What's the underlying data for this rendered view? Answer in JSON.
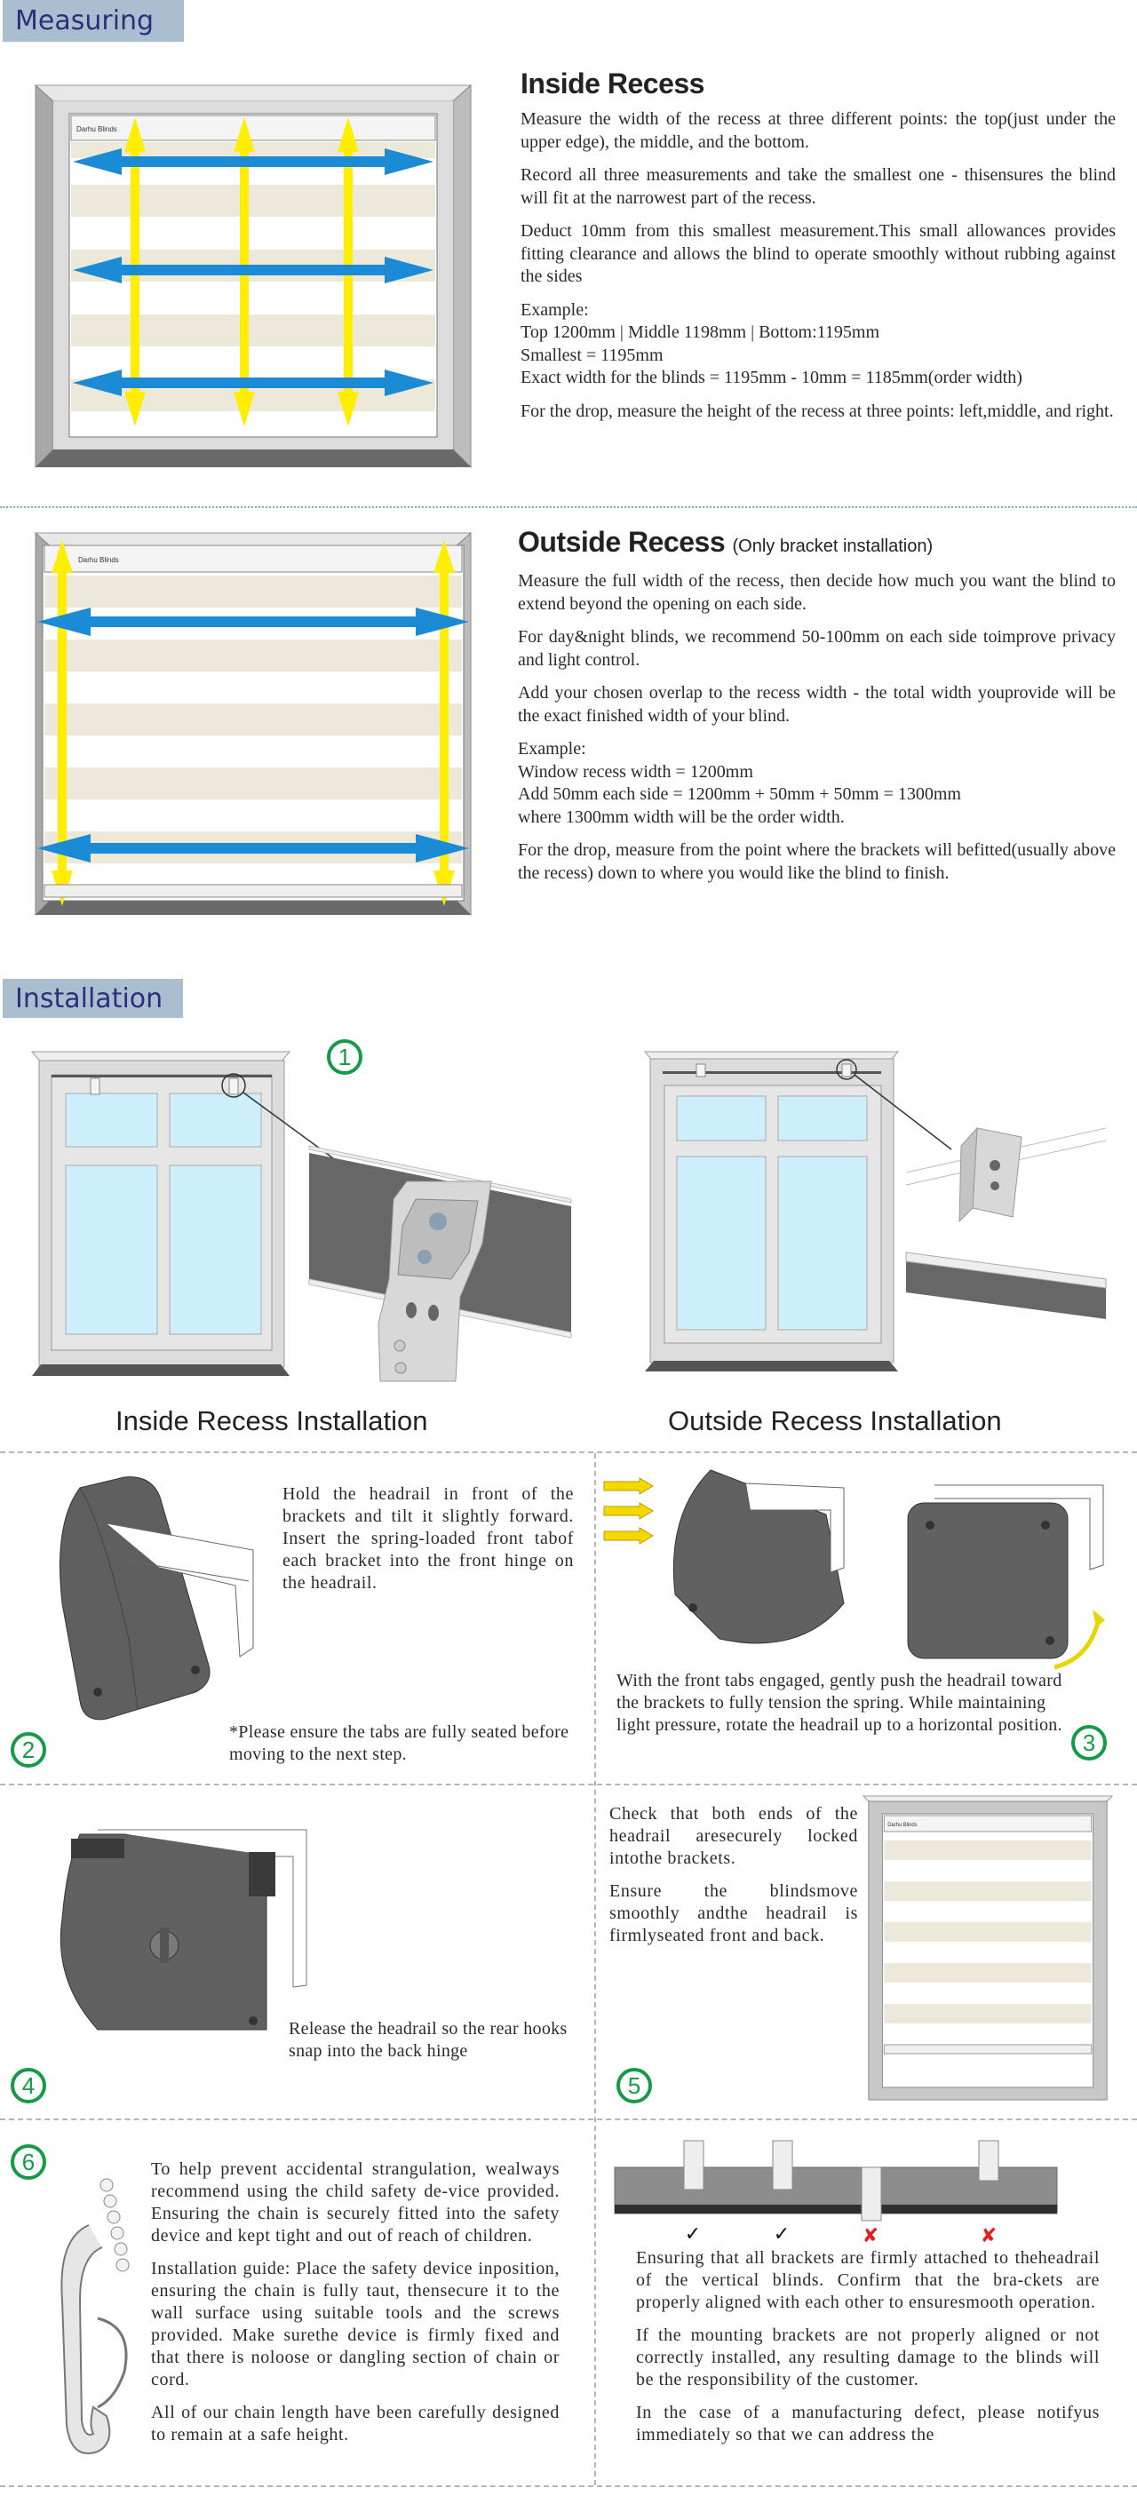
{
  "measuring": {
    "label": "Measuring",
    "blind_brand": "Darhu Blinds",
    "inside": {
      "title": "Inside Recess",
      "paragraphs": [
        "Measure the width of the recess at three different points: the top(just under the upper edge), the middle, and the bottom.",
        "Record all three measurements and take the smallest one - thisensures the blind will fit at the narrowest part of the recess.",
        "Deduct 10mm from this smallest measurement.This small allowances provides fitting clearance and allows the blind to operate smoothly without rubbing against the sides"
      ],
      "example_lines": [
        "Example:",
        "Top 1200mm | Middle 1198mm | Bottom:1195mm",
        "Smallest = 1195mm",
        "Exact width for the blinds = 1195mm - 10mm = 1185mm(order width)"
      ],
      "drop": "For the drop, measure the height of the recess at three points: left,middle, and right."
    },
    "outside": {
      "title": "Outside Recess",
      "subtitle": "(Only bracket installation)",
      "paragraphs": [
        "Measure the full width of the recess, then decide how much you want the blind to extend beyond the opening on each side.",
        "For day&night blinds, we recommend 50-100mm on each side toimprove privacy and light control.",
        "Add your chosen overlap to the recess width - the total width youprovide will be the exact finished width of your blind."
      ],
      "example_lines": [
        "Example:",
        "Window recess width = 1200mm",
        "Add 50mm each side = 1200mm + 50mm + 50mm = 1300mm",
        "where 1300mm width will be the order width."
      ],
      "drop": "For the drop, measure from the point where the brackets will befitted(usually above the recess) down to where you would like the blind to finish."
    }
  },
  "installation": {
    "label": "Installation",
    "captions": {
      "inside": "Inside Recess Installation",
      "outside": "Outside Recess Installation"
    },
    "steps": [
      {
        "number": "1"
      },
      {
        "number": "2",
        "text": "Hold the headrail in front of the brackets and tilt it slightly forward. Insert the spring-loaded front tabof each bracket into the front hinge on the headrail.",
        "note": "*Please ensure the tabs are fully seated before moving to the next step."
      },
      {
        "number": "3",
        "text": "With the front tabs engaged, gently push the headrail toward the brackets to fully tension the spring. While maintaining light pressure, rotate the headrail up to a horizontal position."
      },
      {
        "number": "4",
        "text": "Release the headrail so the rear hooks snap into the back hinge"
      },
      {
        "number": "5",
        "paragraphs": [
          "Check that both ends of the headrail aresecurely locked intothe brackets.",
          "Ensure the blindsmove smoothly andthe headrail is firmlyseated front and back."
        ]
      },
      {
        "number": "6",
        "paragraphs": [
          "To help prevent accidental strangulation, wealways recommend using the child safety de-vice provided. Ensuring the chain is securely fitted into the safety device and kept tight and out of reach of children.",
          "Installation guide: Place the safety device inposition, ensuring the chain is fully taut, thensecure it to the wall surface using suitable tools and the screws provided. Make surethe device is firmly fixed and that there is noloose or dangling section of chain or cord.",
          "All of our chain length have been carefully designed to remain at a safe height."
        ]
      }
    ],
    "alignment": {
      "marks": [
        "check",
        "check",
        "cross",
        "cross"
      ],
      "paragraphs": [
        "Ensuring that all brackets are firmly attached to theheadrail of the vertical blinds. Confirm that the bra-ckets are properly aligned with each other to ensuresmooth operation.",
        "If the mounting brackets are not properly aligned or not correctly installed, any resulting damage to the blinds will be the responsibility of the customer.",
        "In the case of a manufacturing defect, please notifyus immediately so that we can address the"
      ]
    }
  },
  "colors": {
    "label_bg": "#a9bfcf",
    "label_text": "#2b2f7c",
    "step_green": "#169a48",
    "arrow_blue": "#1a8bd4",
    "arrow_yellow": "#ffee00",
    "check_red": "#e02020"
  }
}
